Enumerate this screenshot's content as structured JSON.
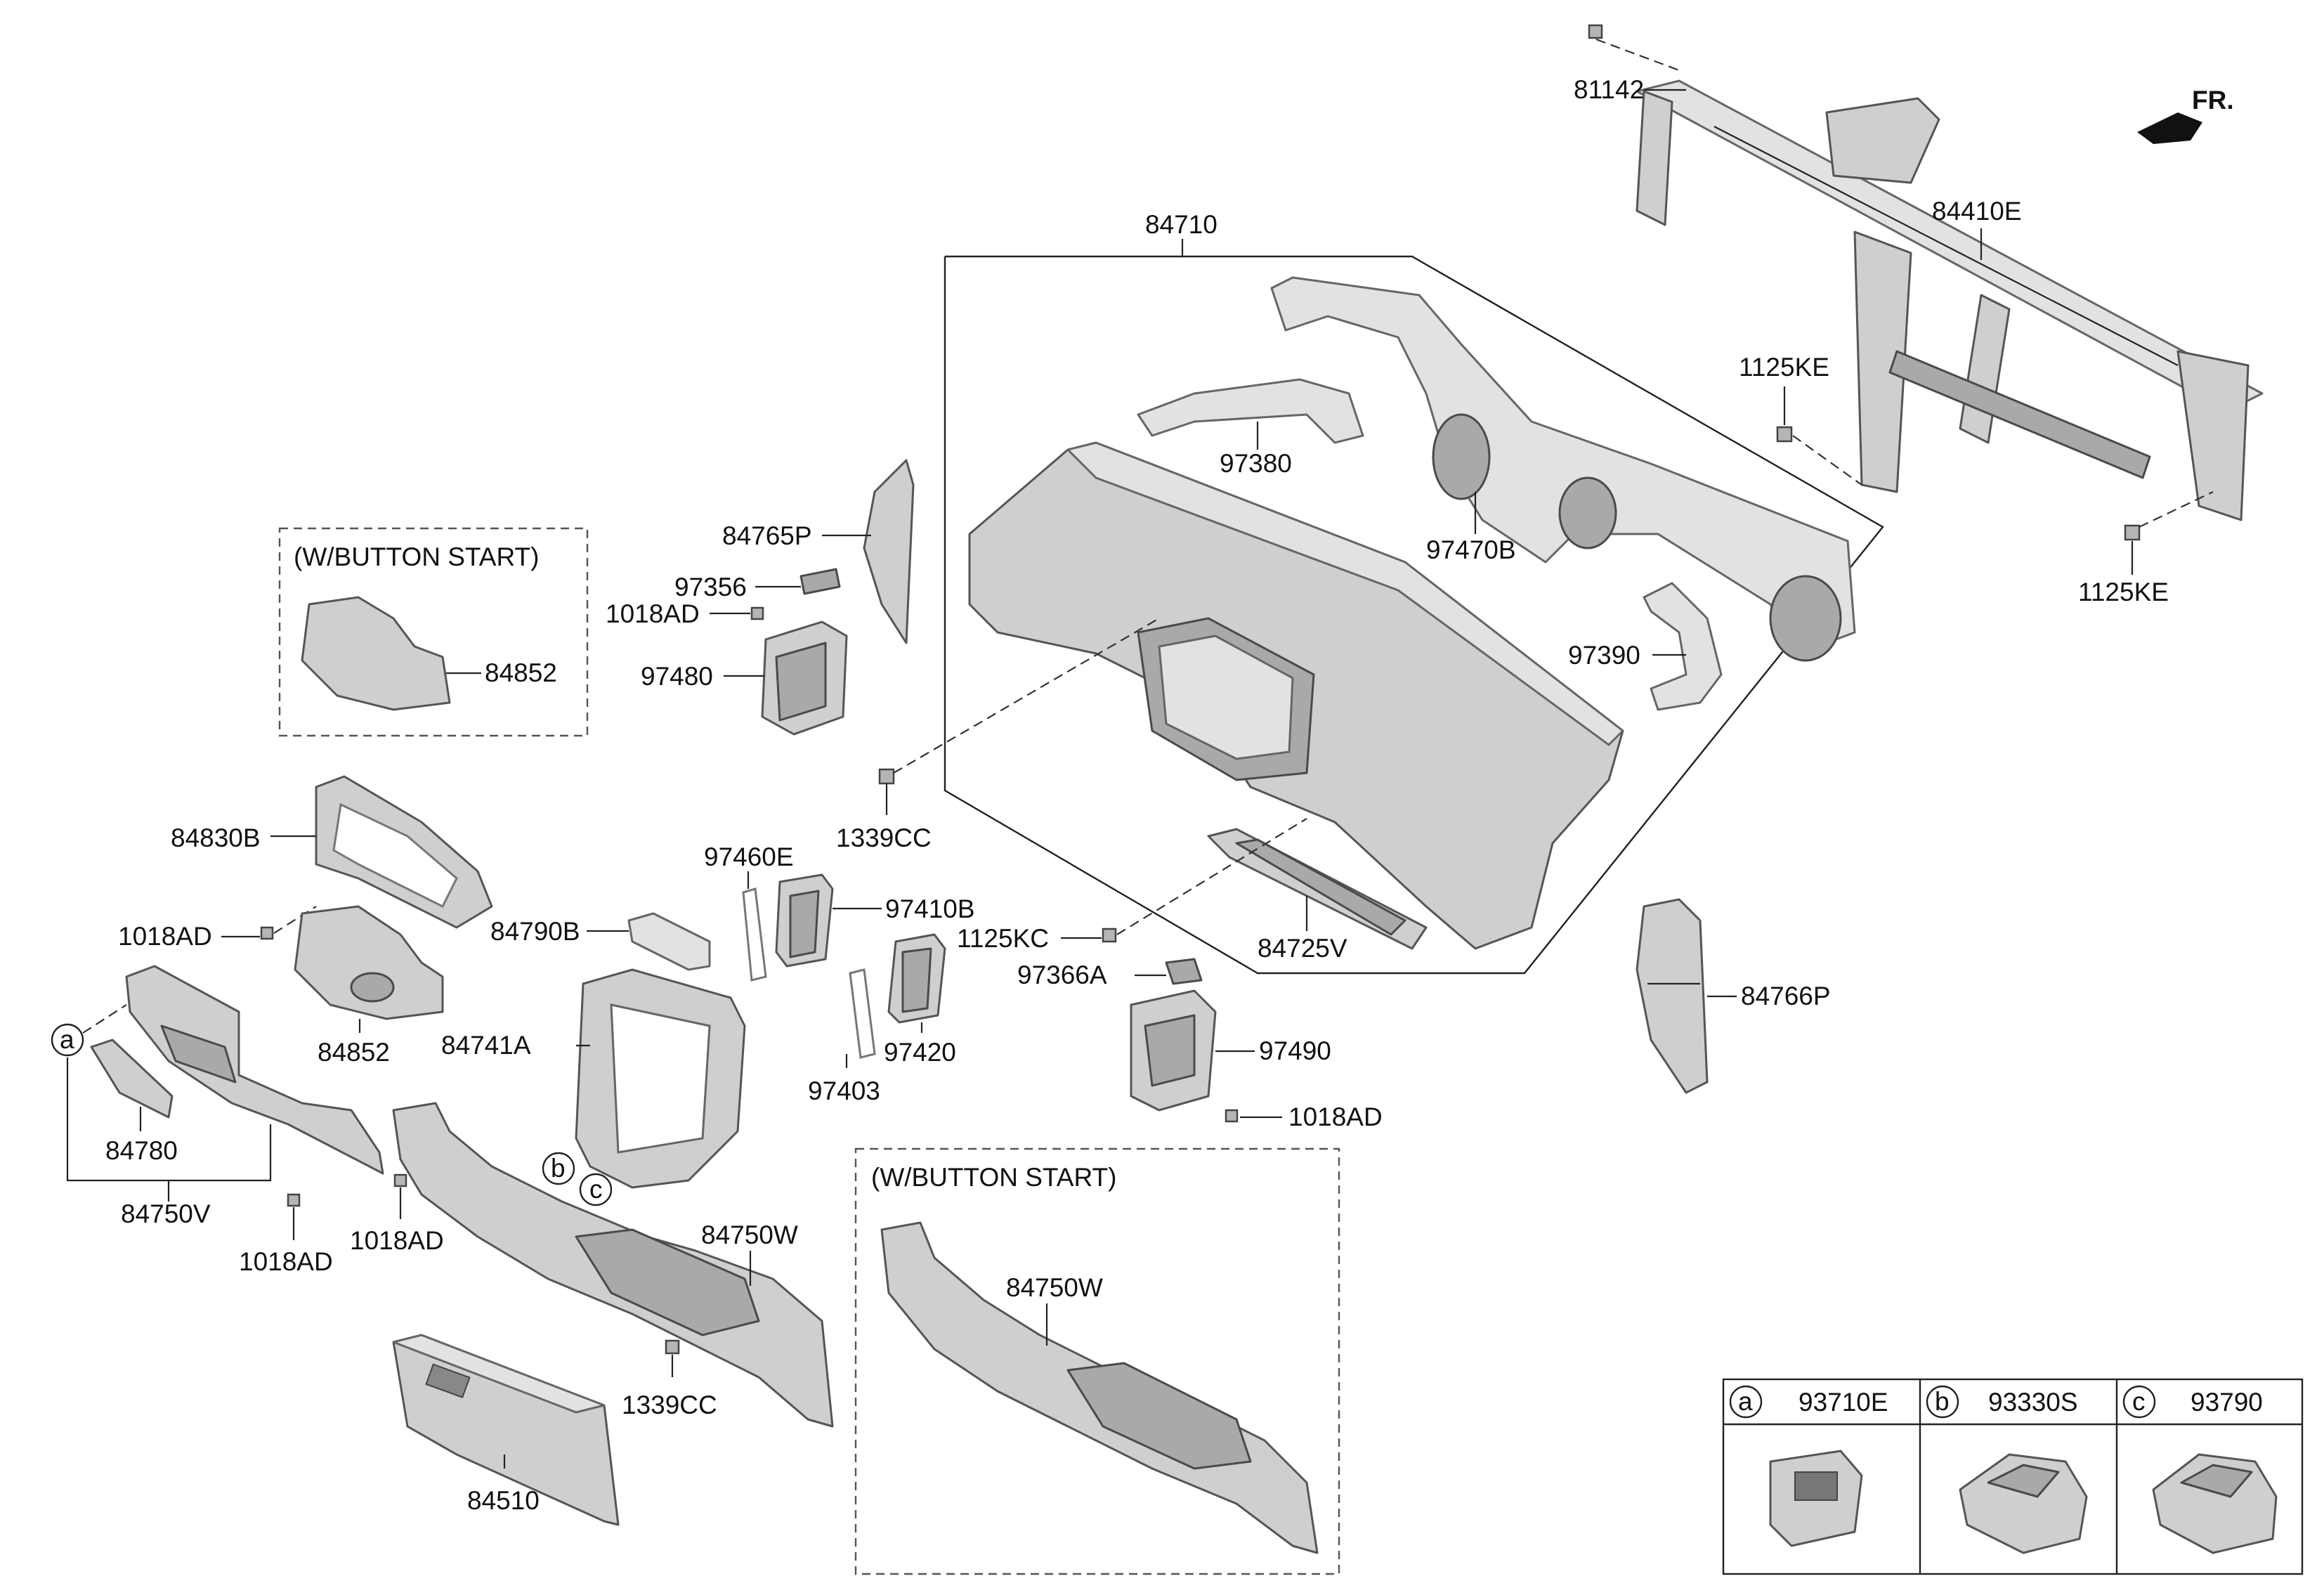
{
  "diagram": {
    "direction_label": "FR.",
    "labels": {
      "p81142": "81142",
      "p84410E": "84410E",
      "p1125KE_top": "1125KE",
      "p1125KE_bottom": "1125KE",
      "p84710": "84710",
      "p97380": "97380",
      "p97470B": "97470B",
      "p97390": "97390",
      "p84765P": "84765P",
      "p97356": "97356",
      "p1018AD_a": "1018AD",
      "p97480": "97480",
      "p1339CC_a": "1339CC",
      "p84852_a": "84852",
      "p84830B": "84830B",
      "p1018AD_b": "1018AD",
      "p84852_b": "84852",
      "p84790B": "84790B",
      "p97460E": "97460E",
      "p97410B": "97410B",
      "p1125KC": "1125KC",
      "p84725V": "84725V",
      "p97366A": "97366A",
      "p84766P": "84766P",
      "p84741A": "84741A",
      "p97403": "97403",
      "p97420": "97420",
      "p97490": "97490",
      "p1018AD_c": "1018AD",
      "p84780": "84780",
      "p84750V": "84750V",
      "p1018AD_d": "1018AD",
      "p1018AD_e": "1018AD",
      "p84750W_a": "84750W",
      "p1339CC_b": "1339CC",
      "p84510": "84510",
      "p84750W_b": "84750W"
    },
    "option_boxes": {
      "button_start_top": "(W/BUTTON START)",
      "button_start_bottom": "(W/BUTTON START)"
    },
    "callouts": {
      "a": "a",
      "b": "b",
      "c": "c"
    },
    "legend_table": {
      "items": [
        {
          "letter": "a",
          "part": "93710E"
        },
        {
          "letter": "b",
          "part": "93330S"
        },
        {
          "letter": "c",
          "part": "93790"
        }
      ]
    }
  }
}
